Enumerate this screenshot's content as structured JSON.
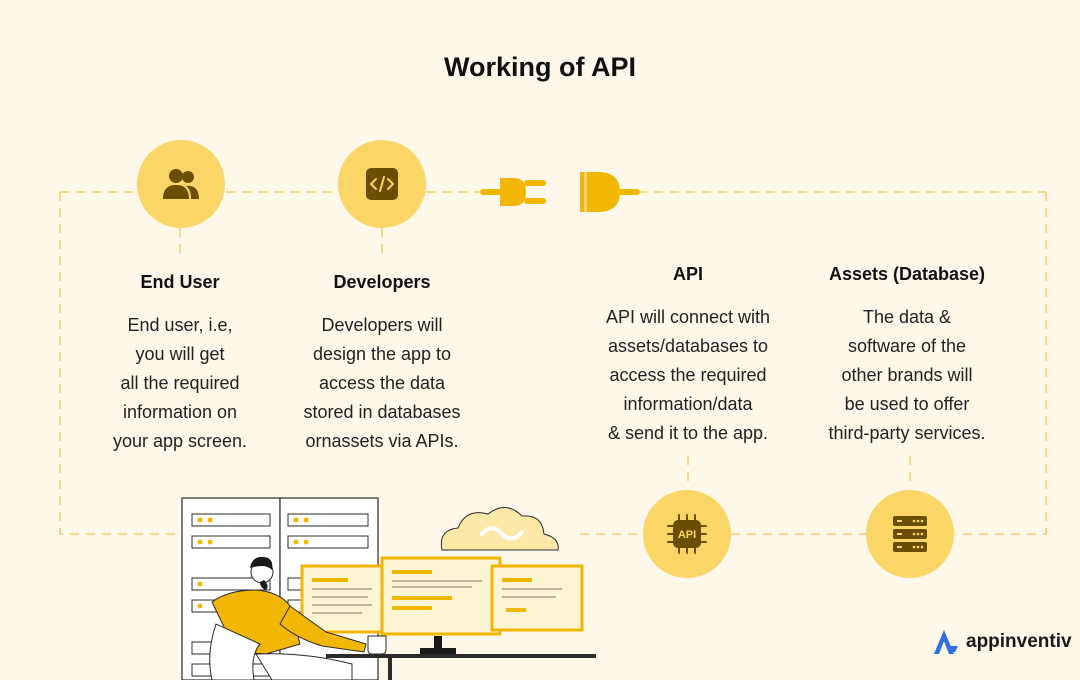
{
  "title": "Working of API",
  "nodes": [
    {
      "id": "end-user",
      "icon": "users-icon",
      "heading": "End User",
      "lines": [
        "End user, i.e,",
        "you will get",
        "all the required",
        "information on",
        "your app screen."
      ]
    },
    {
      "id": "developers",
      "icon": "code-icon",
      "heading": "Developers",
      "lines": [
        "Developers will",
        "design the app to",
        "access the data",
        "stored in databases",
        "ornassets via APIs."
      ]
    },
    {
      "id": "api",
      "icon": "api-chip-icon",
      "heading": "API",
      "lines": [
        "API will connect with",
        "assets/databases to",
        "access the required",
        "information/data",
        "& send it to the app."
      ]
    },
    {
      "id": "assets",
      "icon": "server-icon",
      "heading": "Assets (Database)",
      "lines": [
        "The data &",
        "software of the",
        "other brands will",
        "be used to offer",
        "third-party services."
      ]
    }
  ],
  "api_chip_label": "API",
  "brand": {
    "name": "appinventiv",
    "icon": "appinventiv-logo-icon"
  },
  "colors": {
    "background": "#fdf8ea",
    "accent": "#fbd565",
    "accent_dark": "#f2b705",
    "icon_dark": "#6b4f00",
    "dash": "#f4cf6a"
  }
}
